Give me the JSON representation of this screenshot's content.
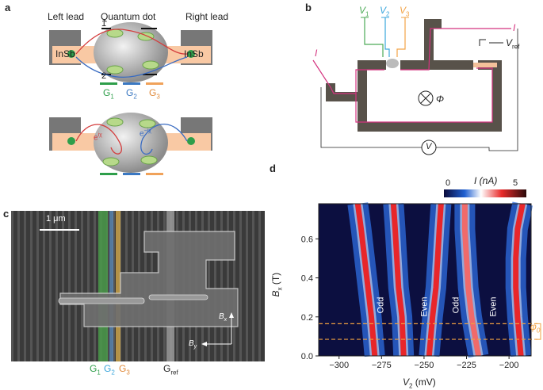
{
  "panel_a": {
    "label": "a",
    "left_lead": "Left lead",
    "quantum_dot": "Quantum dot",
    "right_lead": "Right lead",
    "insb_left": "InSb",
    "insb_right": "InSb",
    "path1": "1",
    "path2": "2",
    "gates": [
      "G",
      "G",
      "G"
    ],
    "gate_subs": [
      "1",
      "2",
      "3"
    ],
    "phase_plus": "e",
    "phase_plus_exp": "iχ",
    "phase_minus": "e",
    "phase_minus_exp": "−iχ",
    "colors": {
      "g1": "#2e9e4a",
      "g2": "#3a78c2",
      "g3": "#f0a25a",
      "lead": "#f9c9a4",
      "metal": "#7a7a7a"
    }
  },
  "panel_b": {
    "label": "b",
    "v1": "V",
    "v1_sub": "1",
    "v2": "V",
    "v2_sub": "2",
    "v3": "V",
    "v3_sub": "3",
    "vref": "V",
    "vref_sub": "ref",
    "current_left": "I",
    "current_right": "I",
    "flux": "Φ",
    "voltmeter": "V",
    "colors": {
      "wire": "#58524a",
      "current": "#d4337f",
      "v1": "#4caa57",
      "v2": "#3aa6dc",
      "v3": "#f2a347"
    }
  },
  "panel_c": {
    "label": "c",
    "scalebar": "1 μm",
    "bx": "B",
    "bx_sub": "x",
    "by": "B",
    "by_sub": "y",
    "gates": [
      "G",
      "G",
      "G",
      "G"
    ],
    "gate_subs": [
      "1",
      "2",
      "3",
      "ref"
    ]
  },
  "panel_d": {
    "label": "d",
    "colorbar_title": "I (nA)",
    "colorbar_ticks": [
      "0",
      "5"
    ],
    "phi0": "φ",
    "phi0_sub": "0",
    "parity_labels": [
      "Odd",
      "Even",
      "Odd",
      "Even"
    ]
  },
  "chart_data": {
    "type": "heatmap",
    "xlabel": "V",
    "xlabel_sub": "2",
    "xlabel_unit": " (mV)",
    "ylabel": "B",
    "ylabel_sub": "x",
    "ylabel_unit": " (T)",
    "xlim": [
      -312,
      -187
    ],
    "ylim": [
      0,
      0.78
    ],
    "xticks": [
      -300,
      -275,
      -250,
      -225,
      -200
    ],
    "yticks": [
      0,
      0.2,
      0.4,
      0.6
    ],
    "colorbar_range": [
      0,
      5
    ],
    "phi0_band": [
      0.085,
      0.165
    ],
    "lines": [
      {
        "name": "",
        "x": [
          -279,
          -281,
          -283,
          -285,
          -287,
          -289
        ],
        "y": [
          0,
          0.2,
          0.35,
          0.5,
          0.65,
          0.78
        ],
        "intensity": 5
      },
      {
        "name": "",
        "x": [
          -262,
          -263,
          -265,
          -266,
          -267,
          -268
        ],
        "y": [
          0,
          0.2,
          0.35,
          0.5,
          0.65,
          0.78
        ],
        "intensity": 5
      },
      {
        "name": "",
        "x": [
          -247,
          -245,
          -243,
          -242,
          -241,
          -240
        ],
        "y": [
          0,
          0.2,
          0.35,
          0.5,
          0.65,
          0.78
        ],
        "intensity": 5
      },
      {
        "name": "",
        "x": [
          -218,
          -222,
          -224,
          -225,
          -226,
          -226
        ],
        "y": [
          0,
          0.2,
          0.35,
          0.5,
          0.65,
          0.78
        ],
        "intensity": 3
      },
      {
        "name": "",
        "x": [
          -193,
          -195,
          -196,
          -196,
          -195,
          -192
        ],
        "y": [
          0,
          0.2,
          0.35,
          0.5,
          0.65,
          0.78
        ],
        "intensity": 5
      }
    ]
  }
}
